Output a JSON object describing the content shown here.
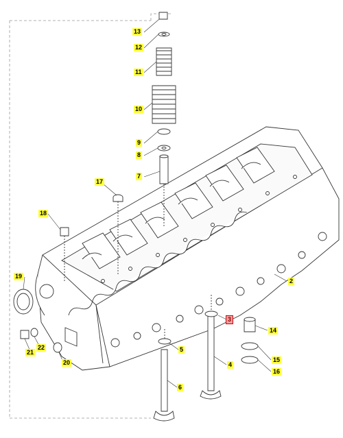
{
  "diagram": {
    "callouts": [
      {
        "id": "c1",
        "label": "13",
        "selected": false
      },
      {
        "id": "c2",
        "label": "12",
        "selected": false
      },
      {
        "id": "c3",
        "label": "11",
        "selected": false
      },
      {
        "id": "c4",
        "label": "10",
        "selected": false
      },
      {
        "id": "c5",
        "label": "9",
        "selected": false
      },
      {
        "id": "c6",
        "label": "8",
        "selected": false
      },
      {
        "id": "c7",
        "label": "7",
        "selected": false
      },
      {
        "id": "c8",
        "label": "17",
        "selected": false
      },
      {
        "id": "c9",
        "label": "18",
        "selected": false
      },
      {
        "id": "c10",
        "label": "19",
        "selected": false
      },
      {
        "id": "c11",
        "label": "2",
        "selected": false
      },
      {
        "id": "c12",
        "label": "3",
        "selected": true
      },
      {
        "id": "c13",
        "label": "14",
        "selected": false
      },
      {
        "id": "c14",
        "label": "15",
        "selected": false
      },
      {
        "id": "c15",
        "label": "16",
        "selected": false
      },
      {
        "id": "c16",
        "label": "4",
        "selected": false
      },
      {
        "id": "c17",
        "label": "5",
        "selected": false
      },
      {
        "id": "c18",
        "label": "6",
        "selected": false
      },
      {
        "id": "c19",
        "label": "21",
        "selected": false
      },
      {
        "id": "c20",
        "label": "22",
        "selected": false
      },
      {
        "id": "c21",
        "label": "20",
        "selected": false
      }
    ],
    "colors": {
      "callout_bg": "#ffff3c",
      "selected_bg": "#f0a0a0",
      "line": "#333333"
    }
  }
}
